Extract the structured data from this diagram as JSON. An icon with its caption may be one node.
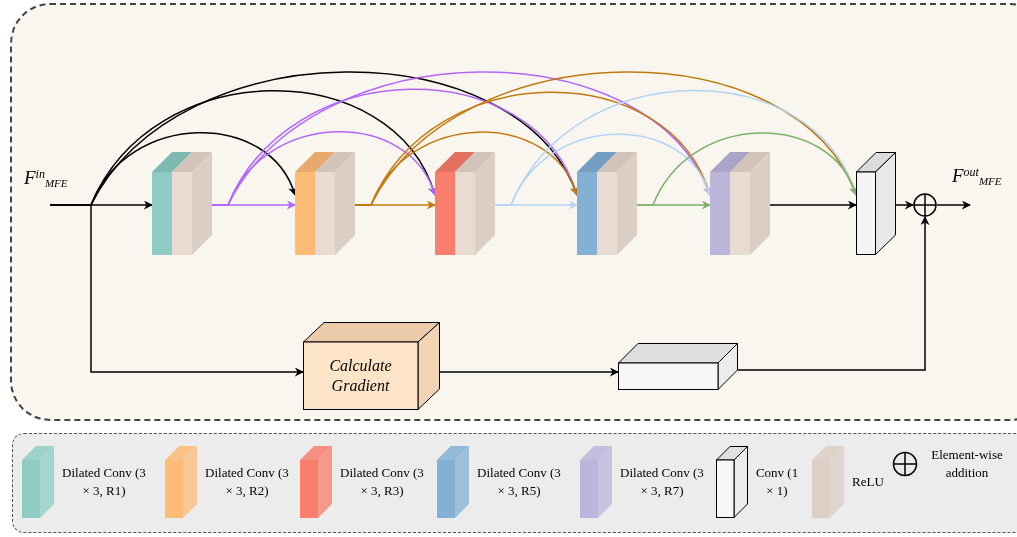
{
  "diagram": {
    "nodes": [
      {
        "text": [
          "F$^{in}$$_{MFE}$"
        ]
      },
      {
        "text": [],
        "shape": "box"
      },
      {
        "text": [],
        "shape": "box"
      },
      {
        "text": [],
        "shape": "box"
      },
      {
        "text": [],
        "shape": "box"
      },
      {
        "text": [],
        "shape": "box"
      },
      {
        "text": [],
        "shape": "box"
      },
      {
        "text": [],
        "shape": "circle"
      },
      {
        "text": [
          "F$^{out}$$_{MFE}$"
        ]
      },
      {
        "text": [
          "Calculate Gradient"
        ]
      },
      {
        "text": [],
        "shape": "box"
      }
    ],
    "edges": [
      {
        "from": 0,
        "to": 1,
        "arrow": "to"
      },
      {
        "from": 0,
        "to": 2,
        "arrow": "to"
      },
      {
        "from": 0,
        "to": 3,
        "arrow": "to"
      },
      {
        "from": 0,
        "to": 4,
        "arrow": "to"
      },
      {
        "from": 0,
        "to": 9,
        "arrow": "to"
      },
      {
        "from": 1,
        "to": 2,
        "arrow": "to",
        "color": "#b266ff"
      },
      {
        "from": 1,
        "to": 3,
        "arrow": "to",
        "color": "#b266ff"
      },
      {
        "from": 1,
        "to": 4,
        "arrow": "to",
        "color": "#b266ff"
      },
      {
        "from": 1,
        "to": 5,
        "arrow": "to",
        "color": "#b266ff"
      },
      {
        "from": 2,
        "to": 3,
        "arrow": "to",
        "color": "#c27a0f"
      },
      {
        "from": 2,
        "to": 4,
        "arrow": "to",
        "color": "#c27a0f"
      },
      {
        "from": 2,
        "to": 5,
        "arrow": "to",
        "color": "#c27a0f"
      },
      {
        "from": 2,
        "to": 6,
        "arrow": "to",
        "color": "#c27a0f"
      },
      {
        "from": 3,
        "to": 4,
        "arrow": "to",
        "color": "#b5d3f7"
      },
      {
        "from": 3,
        "to": 5,
        "arrow": "to",
        "color": "#b5d3f7"
      },
      {
        "from": 3,
        "to": 6,
        "arrow": "to",
        "color": "#b5d3f7"
      },
      {
        "from": 4,
        "to": 5,
        "arrow": "to",
        "color": "#7fb16a"
      },
      {
        "from": 4,
        "to": 6,
        "arrow": "to",
        "color": "#7fb16a"
      },
      {
        "from": 5,
        "to": 6,
        "arrow": "to"
      },
      {
        "from": 6,
        "to": 7,
        "arrow": "to"
      },
      {
        "from": 9,
        "to": 10,
        "arrow": "to"
      },
      {
        "from": 10,
        "to": 7,
        "arrow": "to"
      },
      {
        "from": 7,
        "to": 8,
        "arrow": "to"
      }
    ],
    "legend": [
      {
        "text": "Dilated Conv (3 × 3, R1)",
        "color": "#8fcdc4"
      },
      {
        "text": "Dilated Conv (3 × 3, R2)",
        "color": "#fdbb76"
      },
      {
        "text": "Dilated Conv (3 × 3, R3)",
        "color": "#f87e6e"
      },
      {
        "text": "Dilated Conv (3 × 3, R5)",
        "color": "#83b0d3"
      },
      {
        "text": "Dilated Conv (3 × 3, R7)",
        "color": "#bcb6da"
      },
      {
        "text": "Conv (1 × 1)"
      },
      {
        "text": "ReLU",
        "color": "#dccfc5"
      },
      {
        "text": "Element-wise addition"
      }
    ]
  }
}
